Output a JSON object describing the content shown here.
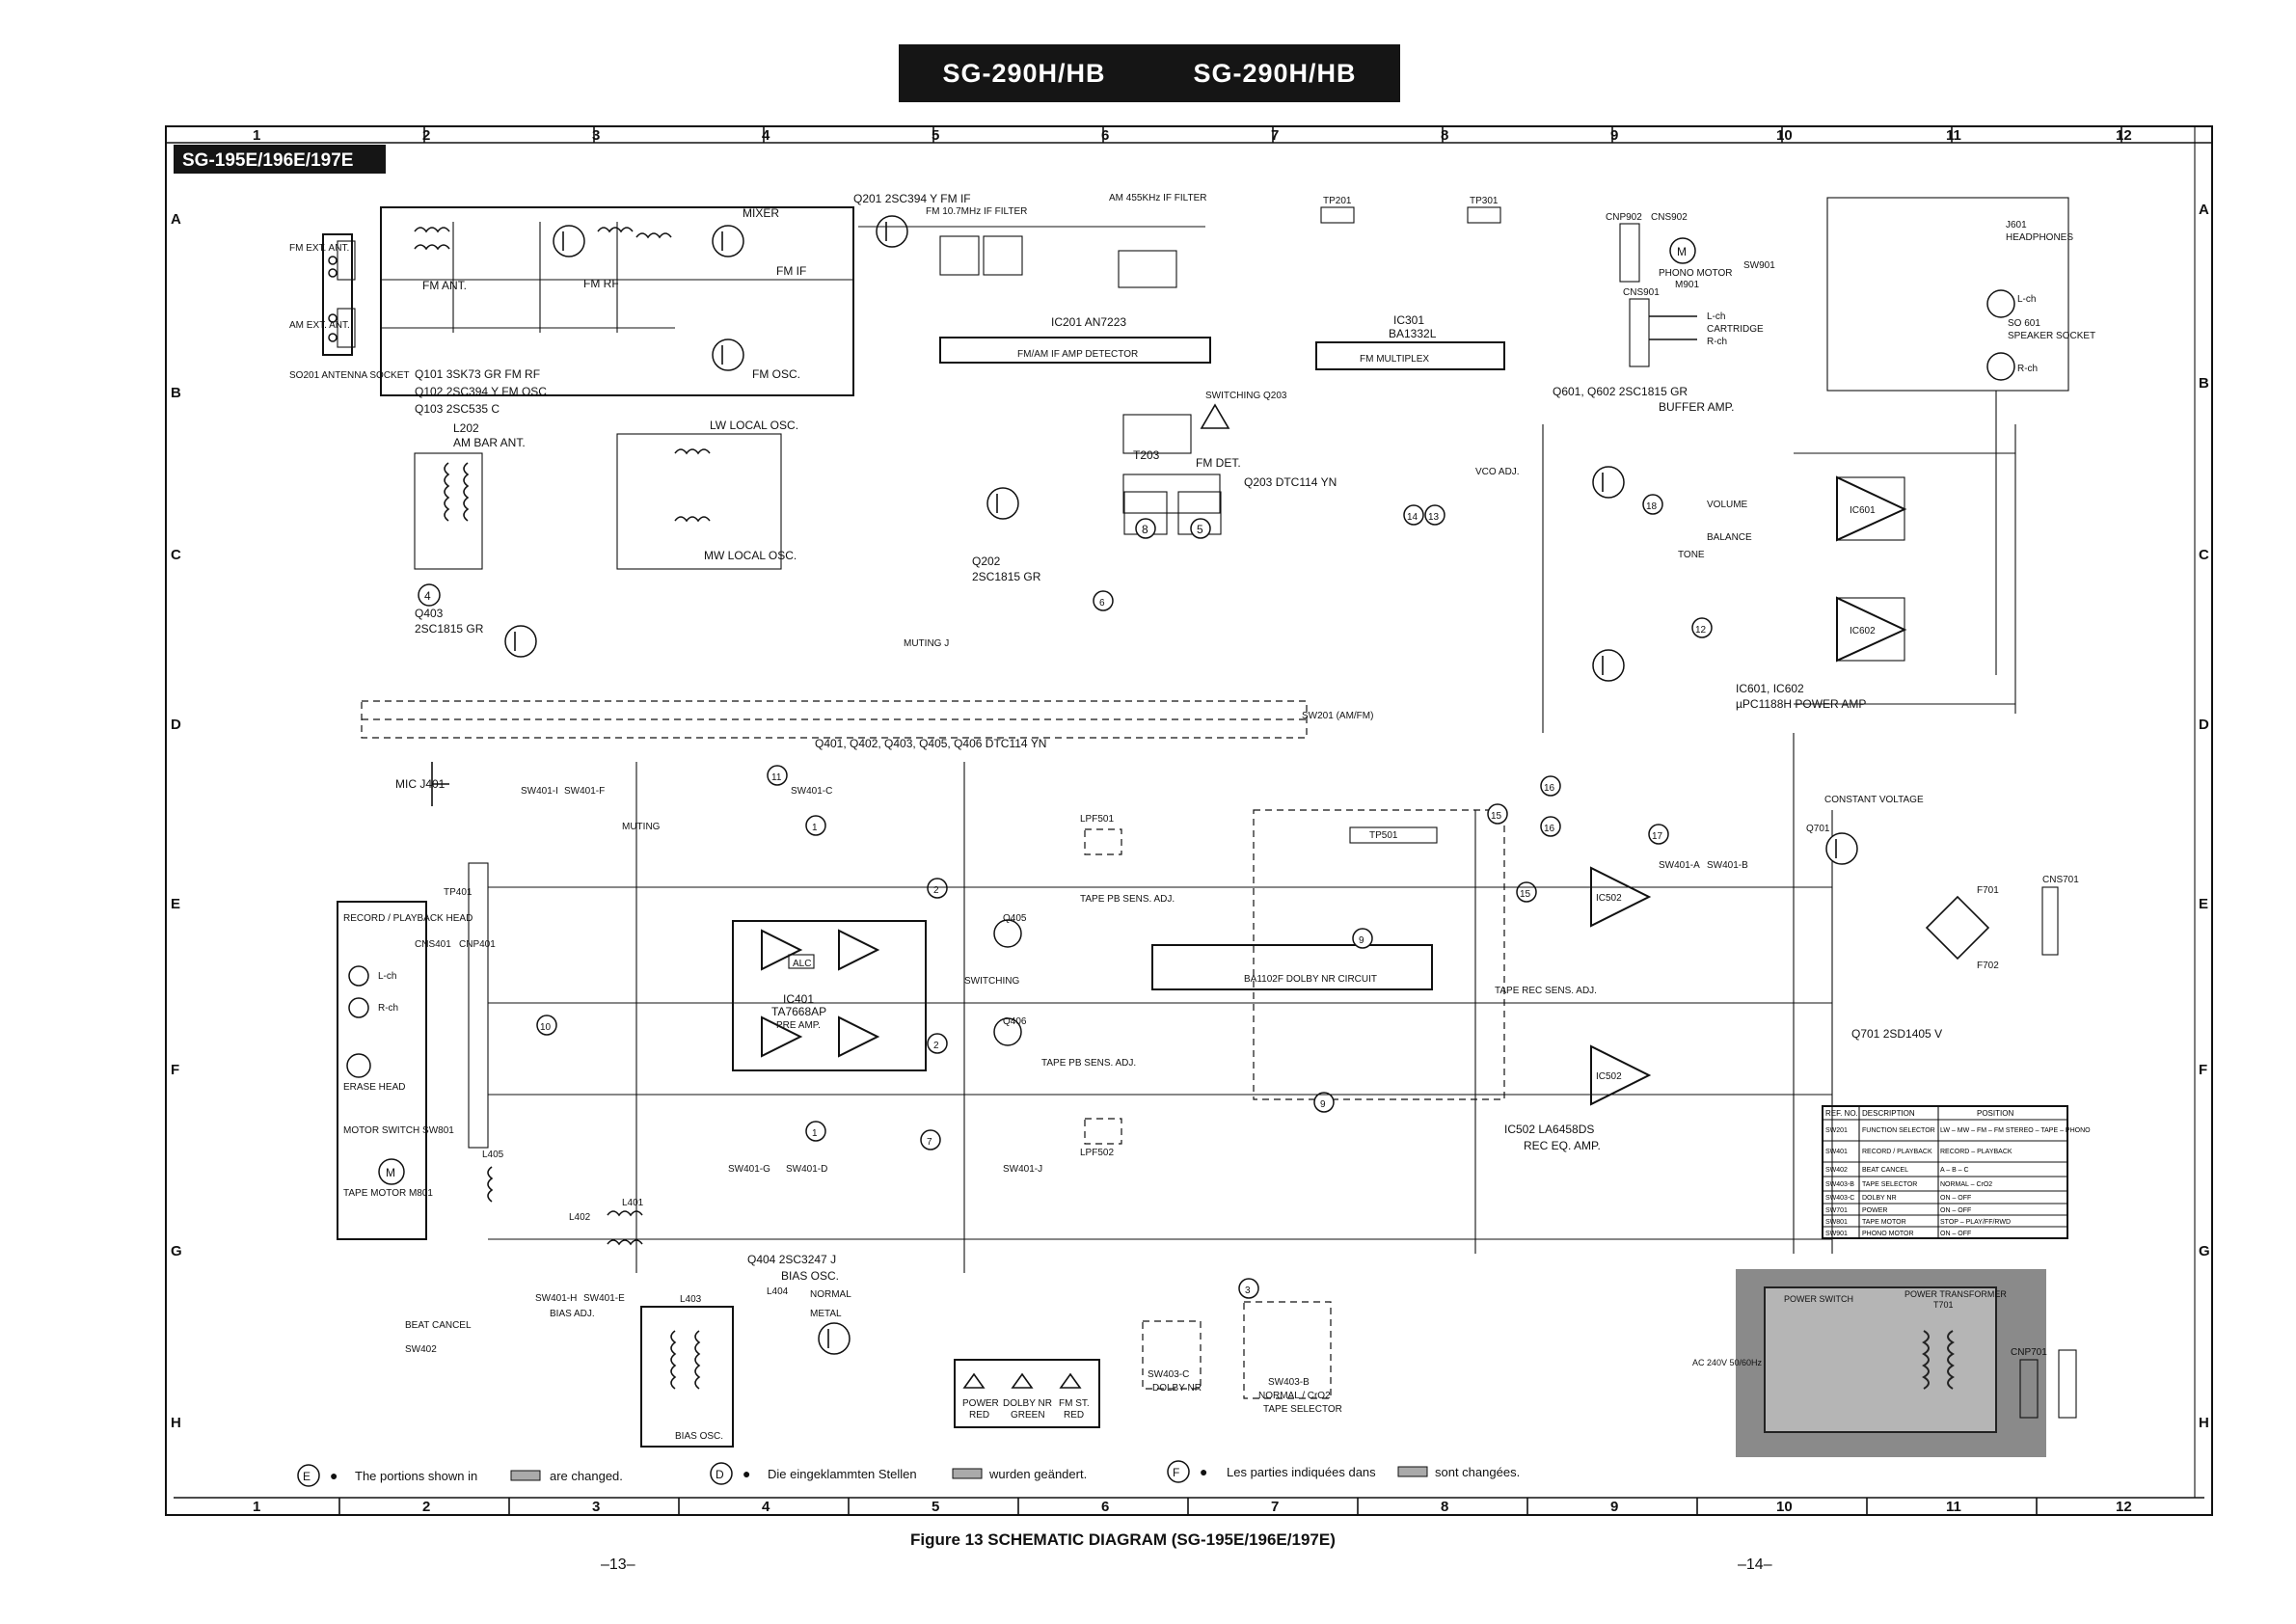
{
  "header": {
    "model_left": "SG-290H/HB",
    "model_right": "SG-290H/HB",
    "sheet_tag": "SG-195E/196E/197E"
  },
  "grid": {
    "columns": [
      "1",
      "2",
      "3",
      "4",
      "5",
      "6",
      "7",
      "8",
      "9",
      "10",
      "11",
      "12"
    ],
    "rows": [
      "A",
      "B",
      "C",
      "D",
      "E",
      "F",
      "G",
      "H"
    ]
  },
  "notes": {
    "e_marker": "E",
    "e_text": "The portions shown in",
    "e_suffix": "are changed.",
    "d_marker": "D",
    "d_text": "Die eingeklammten Stellen",
    "d_suffix": "wurden geändert.",
    "f_marker": "F",
    "f_text": "Les parties indiquées dans",
    "f_suffix": "sont changées."
  },
  "caption": "Figure 13  SCHEMATIC DIAGRAM (SG-195E/196E/197E)",
  "pages": {
    "left": "–13–",
    "right": "–14–"
  },
  "labels": {
    "fm_ext_ant": "FM EXT. ANT.",
    "am_ext_ant": "AM EXT. ANT.",
    "antenna_socket": "SO201 ANTENNA SOCKET",
    "fm_ant": "FM ANT.",
    "fm_rf": "FM RF",
    "fm_osc": "FM OSC.",
    "fm_if": "FM IF",
    "mixer": "MIXER",
    "q101": "Q101   3SK73  GR    FM RF",
    "q102": "Q102   2SC394  Y    FM OSC",
    "q103": "Q103   2SC535  C",
    "am_bar_ant": "AM BAR ANT.",
    "l202": "L202",
    "q403": "Q403",
    "q403_type": "2SC1815 GR",
    "lw_local_osc": "LW LOCAL OSC.",
    "mw_local_osc": "MW LOCAL OSC.",
    "q201": "Q201  2SC394  Y  FM IF",
    "fm_if_filter": "FM 10.7MHz IF FILTER",
    "am_if_filter": "AM 455KHz IF FILTER",
    "ic201": "IC201  AN7223",
    "ic201_func": "FM/AM IF AMP DETECTOR",
    "q202": "Q202",
    "q202_type": "2SC1815 GR",
    "switching_q203": "SWITCHING Q203",
    "q203_type": "Q203  DTC114 YN",
    "fm_det": "FM DET.",
    "t203": "T203",
    "tp201": "TP201",
    "tp301": "TP301",
    "ic301": "IC301",
    "ic301_type": "BA1332L",
    "fm_multiplex": "FM MULTIPLEX",
    "vco_adj": "VCO ADJ.",
    "cnp902": "CNP902",
    "cns902": "CNS902",
    "phono_motor": "PHONO MOTOR",
    "m901": "M901",
    "sw901": "SW901",
    "cns901": "CNS901",
    "cartridge": "CARTRIDGE",
    "l_ch": "L-ch",
    "r_ch": "R-ch",
    "j601": "J601",
    "headphones": "HEADPHONES",
    "so601": "SO 601",
    "speaker_socket": "SPEAKER SOCKET",
    "q601_q602": "Q601, Q602   2SC1815  GR",
    "buffer_amp": "BUFFER AMP.",
    "volume": "VOLUME",
    "balance": "BALANCE",
    "tone": "TONE",
    "ic601": "IC601",
    "ic602": "IC602",
    "power_amp_line1": "IC601, IC602",
    "power_amp_line2": "µPC1188H  POWER AMP",
    "muting_j": "MUTING J",
    "sw201": "SW201 (AM/FM)",
    "q401_q406": "Q401, Q402, Q403, Q405, Q406  DTC114  YN",
    "mic_j401": "MIC J401",
    "sw401_i": "SW401-I",
    "sw401_f": "SW401-F",
    "sw401_c": "SW401-C",
    "muting": "MUTING",
    "tp401": "TP401",
    "record_playback_head": "RECORD / PLAYBACK HEAD",
    "erase_head": "ERASE HEAD",
    "motor_switch": "MOTOR SWITCH SW801",
    "tape_motor": "TAPE MOTOR M801",
    "cns401": "CNS401",
    "cnp401": "CNP401",
    "ic401": "IC401",
    "ic401_type": "TA7668AP",
    "pre_amp": "PRE AMP.",
    "alc": "ALC",
    "q405": "Q405",
    "q406": "Q406",
    "switching": "SWITCHING",
    "lpf501": "LPF501",
    "lpf502": "LPF502",
    "tape_pb_sens_adj": "TAPE PB SENS. ADJ.",
    "tp501": "TP501",
    "ic501": "BA1102F  DOLBY NR CIRCUIT",
    "tape_rec_sens_adj": "TAPE REC SENS. ADJ.",
    "ic502": "IC502",
    "ic502_type": "IC502   LA6458DS",
    "rec_eq_amp": "REC EQ. AMP.",
    "sw401_a": "SW401-A",
    "sw401_b": "SW401-B",
    "sw401_g": "SW401-G",
    "sw401_d": "SW401-D",
    "sw401_h": "SW401-H",
    "sw401_e": "SW401-E",
    "sw401_j": "SW401-J",
    "l405": "L405",
    "l401": "L401",
    "l402": "L402",
    "bias_adj": "BIAS ADJ.",
    "beat_cancel": "BEAT CANCEL",
    "sw402": "SW402",
    "l403": "L403",
    "bias_osc": "BIAS OSC.",
    "q404": "Q404  2SC3247  J",
    "q404_func": "BIAS OSC.",
    "l404": "L404",
    "normal": "NORMAL",
    "metal": "METAL",
    "power_led": "POWER",
    "dolby_nr_led": "DOLBY NR",
    "fm_st_led": "FM ST.",
    "red": "RED",
    "green": "GREEN",
    "red2": "RED",
    "sw403_c": "SW403-C",
    "dolby_nr": "DOLBY NR",
    "sw403_b": "SW403-B",
    "normal_cro2": "NORMAL / CrO2",
    "tape_selector": "TAPE SELECTOR",
    "constant_voltage": "CONSTANT VOLTAGE",
    "q701": "Q701",
    "q701_type": "Q701   2SD1405  V",
    "f701": "F701",
    "f702": "F702",
    "cns701": "CNS701",
    "power_transformer": "POWER TRANSFORMER",
    "t701": "T701",
    "power_switch": "POWER SWITCH",
    "cnp701": "CNP701",
    "ac_input": "AC 240V 50/60Hz"
  },
  "switch_table": {
    "headers": [
      "REF. NO.",
      "DESCRIPTION",
      "POSITION"
    ],
    "rows": [
      [
        "SW201",
        "FUNCTION SELECTOR",
        "LW – MW – FM – FM STEREO – TAPE – PHONO"
      ],
      [
        "SW401",
        "RECORD / PLAYBACK",
        "RECORD – PLAYBACK"
      ],
      [
        "SW402",
        "BEAT CANCEL",
        "A – B – C"
      ],
      [
        "SW403-B",
        "TAPE SELECTOR",
        "NORMAL – CrO2"
      ],
      [
        "SW403-C",
        "DOLBY NR",
        "ON – OFF"
      ],
      [
        "SW701",
        "POWER",
        "ON – OFF"
      ],
      [
        "SW801",
        "TAPE MOTOR",
        "STOP – PLAY/FF/RWD"
      ],
      [
        "SW901",
        "PHONO MOTOR",
        "ON – OFF"
      ]
    ]
  },
  "callouts": [
    "1",
    "2",
    "3",
    "4",
    "5",
    "6",
    "7",
    "8",
    "9",
    "10",
    "11",
    "12",
    "13",
    "14",
    "15",
    "16",
    "17",
    "18"
  ]
}
